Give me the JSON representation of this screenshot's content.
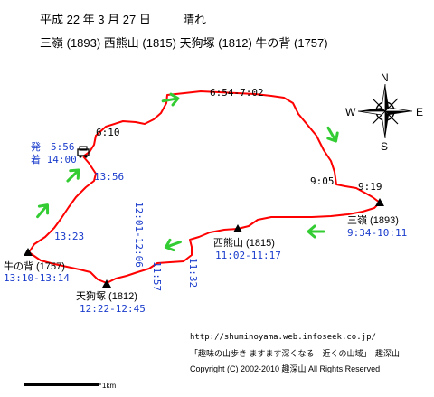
{
  "header": {
    "date": "平成 22 年 3 月 27 日",
    "weather": "晴れ",
    "peaks_line": "三嶺 (1893) 西熊山 (1815) 天狗塚 (1812) 牛の背 (1757)"
  },
  "start": {
    "depart": "発　5:56",
    "arrive": "着 14:00"
  },
  "peaks": {
    "sanrei": {
      "name": "三嶺 (1893)",
      "time": "9:34-10:11"
    },
    "nishikuma": {
      "name": "西熊山 (1815)",
      "time": "11:02-11:17"
    },
    "tengu": {
      "name": "天狗塚 (1812)",
      "time": "12:22-12:45"
    },
    "ushinose": {
      "name": "牛の背 (1757)",
      "time": "13:10-13:14"
    }
  },
  "waypoints": {
    "t610": "6:10",
    "t654": "6:54-7:02",
    "t905": "9:05",
    "t919": "9:19",
    "t1356": "13:56",
    "t1323": "13:23",
    "t1201": "12:01-12:06",
    "t1157": "11:57",
    "t1132": "11:32"
  },
  "compass": {
    "n": "N",
    "s": "S",
    "e": "E",
    "w": "W"
  },
  "footer": {
    "url": "http://shuminoyama.web.infoseek.co.jp/",
    "site": "「趣味の山歩き ますます深くなる　近くの山域」　趣深山",
    "copyright": "Copyright (C) 2002-2010 趣深山 All Rights Reserved"
  },
  "scale": {
    "label": "1km"
  },
  "colors": {
    "route": "#ff0000",
    "arrow": "#33cc33",
    "time_text": "#1a3ccc",
    "label_text": "#000000"
  }
}
